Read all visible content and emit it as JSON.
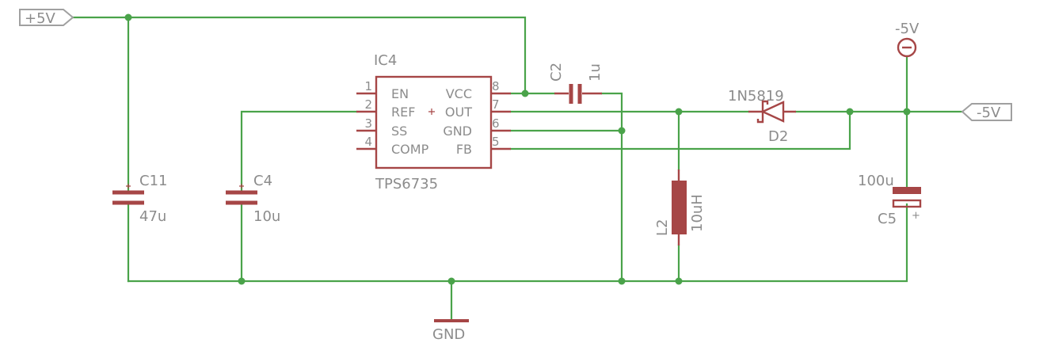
{
  "ports": {
    "input": "+5V",
    "output": "-5V"
  },
  "supply": {
    "label": "-5V"
  },
  "ground": {
    "label": "GND"
  },
  "ic": {
    "name": "IC4",
    "value": "TPS6735",
    "left_pins": [
      {
        "num": "1",
        "name": "EN"
      },
      {
        "num": "2",
        "name": "REF"
      },
      {
        "num": "3",
        "name": "SS"
      },
      {
        "num": "4",
        "name": "COMP"
      }
    ],
    "right_pins": [
      {
        "num": "8",
        "name": "VCC"
      },
      {
        "num": "7",
        "name": "OUT"
      },
      {
        "num": "6",
        "name": "GND"
      },
      {
        "num": "5",
        "name": "FB"
      }
    ]
  },
  "components": {
    "c11": {
      "name": "C11",
      "value": "47u"
    },
    "c4": {
      "name": "C4",
      "value": "10u"
    },
    "c2": {
      "name": "C2",
      "value": "1u"
    },
    "l2": {
      "name": "L2",
      "value": "10uH"
    },
    "d2": {
      "name": "D2",
      "value": "1N5819"
    },
    "c5": {
      "name": "C5",
      "value": "100u",
      "polarity": "+"
    }
  },
  "colors": {
    "wire": "#4aa34a",
    "symbol": "#a64646",
    "text": "#8c8c8c",
    "port": "#a0a0a0"
  }
}
